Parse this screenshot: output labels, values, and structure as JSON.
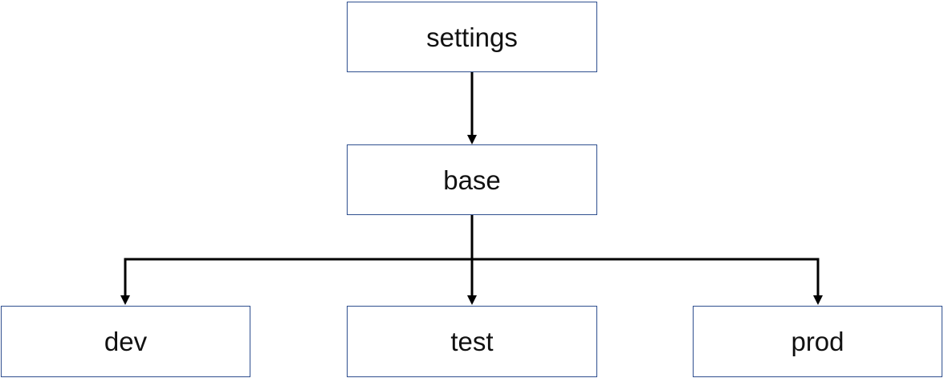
{
  "nodes": {
    "settings": "settings",
    "base": "base",
    "dev": "dev",
    "test": "test",
    "prod": "prod"
  },
  "colors": {
    "box_border": "#2f4f8f",
    "connector": "#000000",
    "text": "#111111",
    "background": "#ffffff"
  }
}
